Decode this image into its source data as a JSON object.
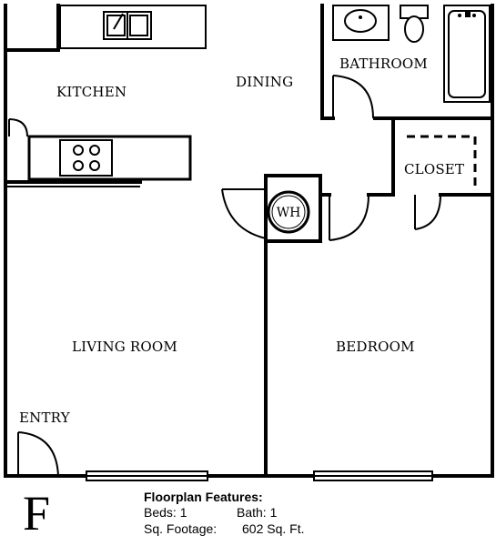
{
  "rooms": {
    "kitchen": "KITCHEN",
    "dining": "DINING",
    "bathroom": "BATHROOM",
    "closet": "CLOSET",
    "water_heater": "WH",
    "living_room": "LIVING ROOM",
    "bedroom": "BEDROOM",
    "entry": "ENTRY"
  },
  "plan": {
    "letter": "F",
    "features_title": "Floorplan Features:",
    "beds": "Beds: 1",
    "bath": "Bath: 1",
    "sqft_label": "Sq. Footage:",
    "sqft_value": "602 Sq. Ft."
  }
}
